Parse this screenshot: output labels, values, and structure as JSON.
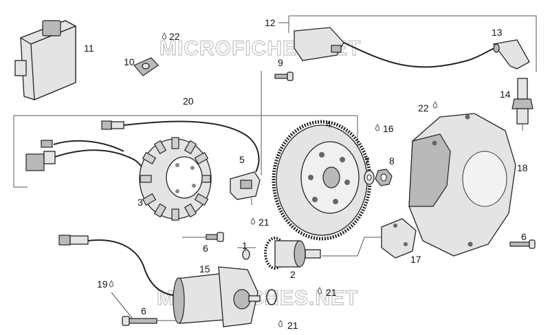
{
  "watermark": {
    "text": "MICROFICHES.NET"
  },
  "callouts": {
    "c1": "1",
    "c2": "2",
    "c3": "3",
    "c4": "4",
    "c5": "5",
    "c6a": "6",
    "c6b": "6",
    "c6c": "6",
    "c7": "7",
    "c8": "8",
    "c9": "9",
    "c10": "10",
    "c11": "11",
    "c12": "12",
    "c13": "13",
    "c14": "14",
    "c15": "15",
    "c16": "16",
    "c17": "17",
    "c18": "18",
    "c19": "19",
    "c20": "20",
    "c21a": "21",
    "c21b": "21",
    "c21c": "21",
    "c22a": "22",
    "c22b": "22"
  },
  "colors": {
    "line": "#555555",
    "part": "#e4e4e4",
    "dark": "#222222",
    "watermark": "#c9c9c9"
  }
}
